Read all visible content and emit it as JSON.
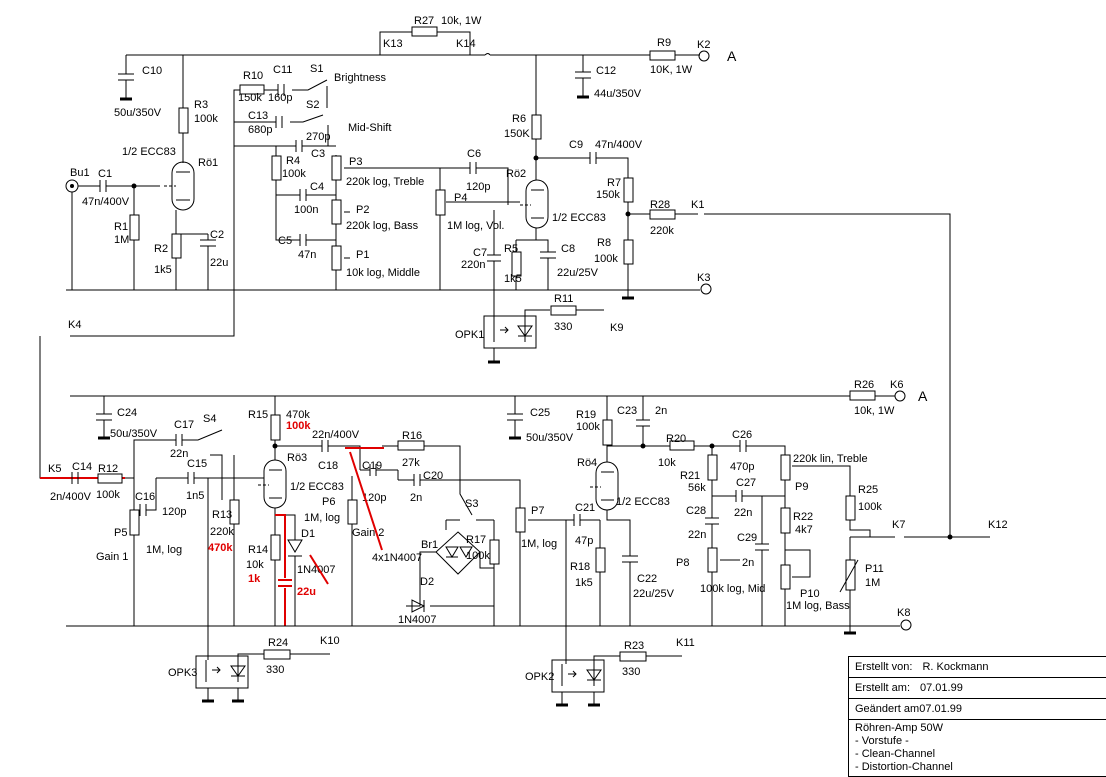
{
  "parts": {
    "R27": {
      "ref": "R27",
      "val": "10k, 1W"
    },
    "R9": {
      "ref": "R9",
      "val": "10K, 1W"
    },
    "C10": {
      "ref": "C10",
      "val": "50u/350V"
    },
    "R10": {
      "ref": "R10",
      "val": "150k"
    },
    "C11": {
      "ref": "C11",
      "val": "160p"
    },
    "C13": {
      "ref": "C13",
      "val": "680p"
    },
    "C3": {
      "ref": "C3",
      "val": "270p"
    },
    "R3": {
      "ref": "R3",
      "val": "100k"
    },
    "C12": {
      "ref": "C12",
      "val": "44u/350V"
    },
    "R6": {
      "ref": "R6",
      "val": "150K"
    },
    "C9": {
      "ref": "C9",
      "val": "47n/400V"
    },
    "R7": {
      "ref": "R7",
      "val": "150k"
    },
    "R28": {
      "ref": "R28",
      "val": "220k"
    },
    "R8": {
      "ref": "R8",
      "val": "100k"
    },
    "C1": {
      "ref": "C1",
      "val": "47n/400V"
    },
    "R1": {
      "ref": "R1",
      "val": "1M"
    },
    "R2": {
      "ref": "R2",
      "val": "1k5"
    },
    "C2": {
      "ref": "C2",
      "val": "22u"
    },
    "R4": {
      "ref": "R4",
      "val": "100k"
    },
    "C4": {
      "ref": "C4",
      "val": "100n"
    },
    "C5": {
      "ref": "C5",
      "val": "47n"
    },
    "P3": {
      "ref": "P3",
      "val": "220k log, Treble"
    },
    "P2": {
      "ref": "P2",
      "val": "220k log, Bass"
    },
    "P1": {
      "ref": "P1",
      "val": "10k log, Middle"
    },
    "C6": {
      "ref": "C6",
      "val": "120p"
    },
    "P4": {
      "ref": "P4",
      "val": "1M log, Vol."
    },
    "C7": {
      "ref": "C7",
      "val": "220n"
    },
    "R5": {
      "ref": "R5",
      "val": "1k5"
    },
    "C8": {
      "ref": "C8",
      "val": "22u/25V"
    },
    "R11": {
      "ref": "R11",
      "val": "330"
    },
    "R26": {
      "ref": "R26",
      "val": "10k, 1W"
    },
    "C24": {
      "ref": "C24",
      "val": "50u/350V"
    },
    "C17": {
      "ref": "C17",
      "val": "22n"
    },
    "R15": {
      "ref": "R15",
      "val": "470k",
      "new": "100k"
    },
    "C18": {
      "ref": "C18",
      "val": "22n/400V"
    },
    "R16": {
      "ref": "R16",
      "val": "27k"
    },
    "C19": {
      "ref": "C19",
      "val": "120p"
    },
    "C20": {
      "ref": "C20",
      "val": "2n"
    },
    "C25": {
      "ref": "C25",
      "val": "50u/350V"
    },
    "R19": {
      "ref": "R19",
      "val": "100k"
    },
    "C23": {
      "ref": "C23",
      "val": "2n"
    },
    "R20": {
      "ref": "R20",
      "val": "10k"
    },
    "C26": {
      "ref": "C26",
      "val": "470p"
    },
    "P9": {
      "ref": "P9",
      "val": "220k lin, Treble"
    },
    "C14": {
      "ref": "C14",
      "val": "2n/400V"
    },
    "R12": {
      "ref": "R12",
      "val": "100k"
    },
    "C16": {
      "ref": "C16",
      "val": "120p"
    },
    "C15": {
      "ref": "C15",
      "val": "1n5"
    },
    "P5": {
      "ref": "P5",
      "val": "1M, log"
    },
    "R13": {
      "ref": "R13",
      "val": "220k",
      "new": "470k"
    },
    "R14": {
      "ref": "R14",
      "val": "10k",
      "new": "1k"
    },
    "D1": {
      "ref": "D1",
      "val": "1N4007"
    },
    "P6": {
      "ref": "P6",
      "val": "1M, log"
    },
    "R17": {
      "ref": "R17",
      "val": "100k"
    },
    "D2": {
      "ref": "D2",
      "val": "1N4007"
    },
    "P7": {
      "ref": "P7",
      "val": "1M, log"
    },
    "C21": {
      "ref": "C21",
      "val": "47p"
    },
    "R18": {
      "ref": "R18",
      "val": "1k5"
    },
    "C22": {
      "ref": "C22",
      "val": "22u/25V"
    },
    "R21": {
      "ref": "R21",
      "val": "56k"
    },
    "C27": {
      "ref": "C27",
      "val": "22n"
    },
    "C28": {
      "ref": "C28",
      "val": "22n"
    },
    "P8": {
      "ref": "P8",
      "val": "100k log, Mid"
    },
    "C29": {
      "ref": "C29",
      "val": "2n"
    },
    "R22": {
      "ref": "R22",
      "val": "4k7"
    },
    "P10": {
      "ref": "P10",
      "val": "1M log, Bass"
    },
    "R25": {
      "ref": "R25",
      "val": "100k"
    },
    "P11": {
      "ref": "P11",
      "val": "1M"
    },
    "R24": {
      "ref": "R24",
      "val": "330"
    },
    "R23": {
      "ref": "R23",
      "val": "330"
    }
  },
  "labels": {
    "K1": "K1",
    "K2": "K2",
    "K3": "K3",
    "K4": "K4",
    "K5": "K5",
    "K6": "K6",
    "K7": "K7",
    "K8": "K8",
    "K9": "K9",
    "K10": "K10",
    "K11": "K11",
    "K12": "K12",
    "K13": "K13",
    "K14": "K14",
    "A_top": "A",
    "A_bottom": "A",
    "S1": "S1",
    "S2": "S2",
    "S3": "S3",
    "S4": "S4",
    "brightness": "Brightness",
    "midshift": "Mid-Shift",
    "gain1": "Gain 1",
    "gain2": "Gain 2",
    "tube_ecc83_1": "1/2 ECC83",
    "tube_ecc83_2": "1/2 ECC83",
    "tube_ecc83_3": "1/2 ECC83",
    "tube_ecc83_4": "1/2 ECC83",
    "Ro1": "Rö1",
    "Ro2": "Rö2",
    "Ro3": "Rö3",
    "Ro4": "Rö4",
    "Bu1": "Bu1",
    "OPK1": "OPK1",
    "OPK2": "OPK2",
    "OPK3": "OPK3",
    "Br1": "Br1",
    "bridge": "4x1N4007",
    "D1": "D1",
    "D2": "D2",
    "mod_c22u": "22u"
  },
  "title_block": {
    "created_by_label": "Erstellt von:",
    "created_by": "R. Kockmann",
    "created_on_label": "Erstellt am:",
    "created_on": "07.01.99",
    "changed_label": "Geändert am",
    "changed_on": "07.01.99",
    "title": "Röhren-Amp 50W",
    "line1": "- Vorstufe -",
    "line2": "- Clean-Channel",
    "line3": "- Distortion-Channel"
  }
}
